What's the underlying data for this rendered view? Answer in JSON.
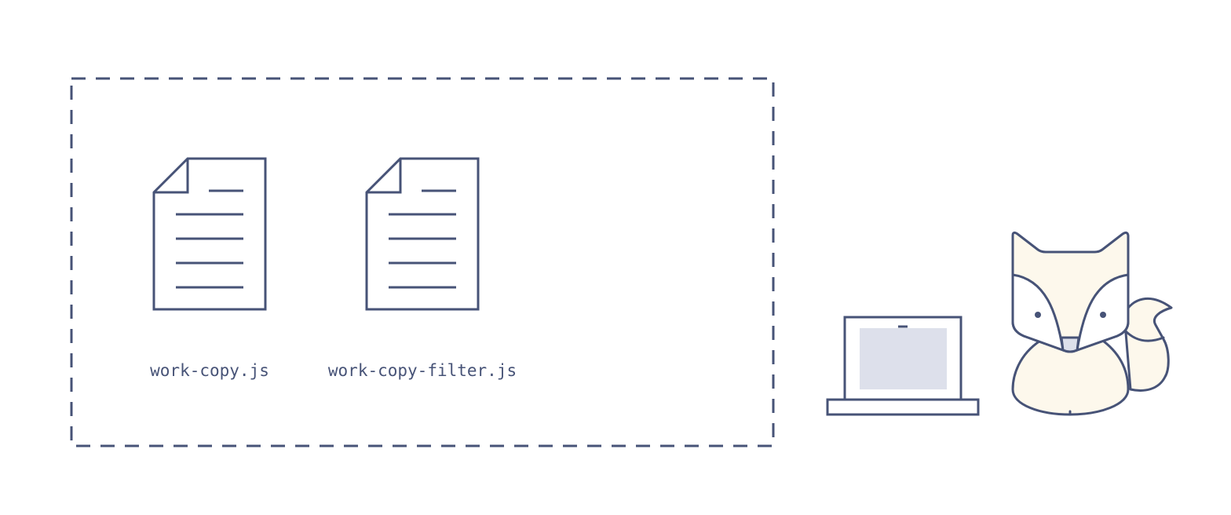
{
  "files": [
    {
      "name": "work-copy.js",
      "icon": "file-icon"
    },
    {
      "name": "work-copy-filter.js",
      "icon": "file-icon"
    }
  ],
  "workspace": {
    "border_style": "dashed"
  },
  "computer": {
    "icon": "laptop-icon"
  },
  "mascot": {
    "icon": "fox-icon"
  },
  "colors": {
    "stroke": "#475377",
    "fox_fill": "#fdf8ec",
    "screen_fill": "#dde0eb",
    "background": "#ffffff"
  }
}
